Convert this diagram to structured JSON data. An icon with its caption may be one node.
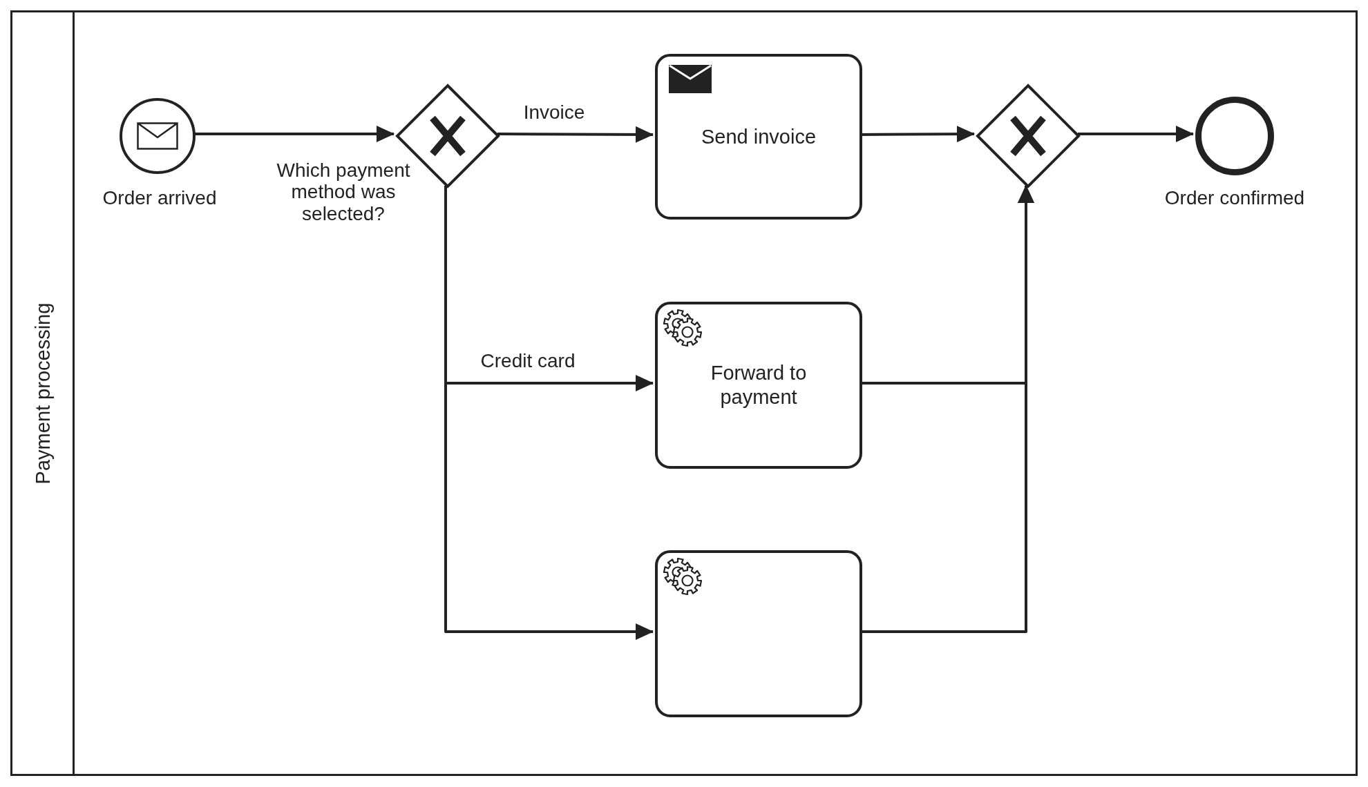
{
  "diagram": {
    "nodes": [
      {
        "text": [
          "Payment processing"
        ]
      },
      {
        "text": [],
        "shape": "circle",
        "beside": [
          "Order arrived"
        ],
        "in": 0
      },
      {
        "text": [],
        "shape": "diamond",
        "beside": [
          "Which payment method was selected?"
        ],
        "in": 0
      },
      {
        "text": [
          "Send invoice"
        ],
        "in": 0
      },
      {
        "text": [
          "Forward to payment"
        ],
        "in": 0
      },
      {
        "text": [],
        "shape": "box",
        "in": 0
      },
      {
        "text": [],
        "shape": "diamond",
        "in": 0
      },
      {
        "text": [],
        "shape": "circle",
        "beside": [
          "Order confirmed"
        ],
        "in": 0
      }
    ],
    "edges": [
      {
        "from": 1,
        "to": 2,
        "arrow": "to"
      },
      {
        "from": 2,
        "to": 3,
        "arrow": "to",
        "label": "Invoice"
      },
      {
        "from": 2,
        "to": 4,
        "arrow": "to",
        "label": "Credit card"
      },
      {
        "from": 2,
        "to": 5,
        "arrow": "to"
      },
      {
        "from": 3,
        "to": 6,
        "arrow": "to"
      },
      {
        "from": 4,
        "to": 6,
        "arrow": "to"
      },
      {
        "from": 5,
        "to": 6,
        "arrow": "to"
      },
      {
        "from": 6,
        "to": 7,
        "arrow": "to"
      }
    ]
  }
}
